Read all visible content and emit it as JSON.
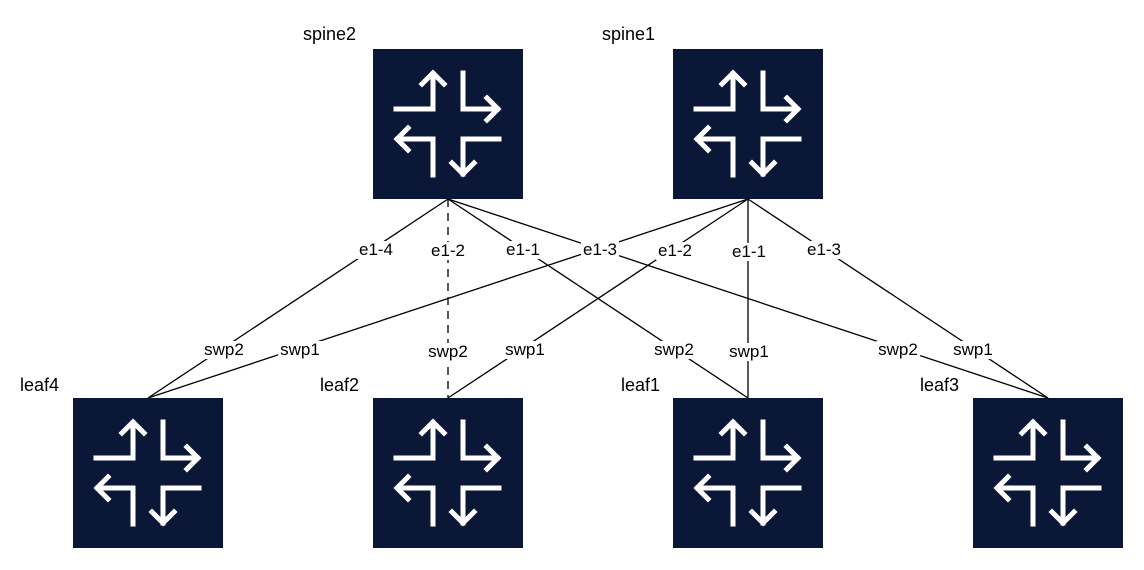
{
  "nodes": {
    "spine2": {
      "label": "spine2",
      "icon": "router-icon"
    },
    "spine1": {
      "label": "spine1",
      "icon": "router-icon"
    },
    "leaf4": {
      "label": "leaf4",
      "icon": "router-icon"
    },
    "leaf2": {
      "label": "leaf2",
      "icon": "router-icon"
    },
    "leaf1": {
      "label": "leaf1",
      "icon": "router-icon"
    },
    "leaf3": {
      "label": "leaf3",
      "icon": "router-icon"
    }
  },
  "links": [
    {
      "from": "spine2",
      "to": "leaf4",
      "from_port": "e1-4",
      "to_port": "swp2"
    },
    {
      "from": "spine2",
      "to": "leaf2",
      "from_port": "e1-2",
      "to_port": "swp2",
      "style": "dashed"
    },
    {
      "from": "spine2",
      "to": "leaf1",
      "from_port": "e1-1",
      "to_port": "swp2"
    },
    {
      "from": "spine2",
      "to": "leaf3",
      "from_port": "e1-3",
      "to_port": "swp2"
    },
    {
      "from": "spine1",
      "to": "leaf4",
      "from_port": "e1-3",
      "to_port": "swp1"
    },
    {
      "from": "spine1",
      "to": "leaf2",
      "from_port": "e1-2",
      "to_port": "swp1"
    },
    {
      "from": "spine1",
      "to": "leaf1",
      "from_port": "e1-1",
      "to_port": "swp1"
    },
    {
      "from": "spine1",
      "to": "leaf3",
      "from_port": "e1-3",
      "to_port": "swp1"
    }
  ],
  "colors": {
    "router_fill": "#0b1737",
    "icon_stroke": "#ffffff",
    "line": "#000000"
  }
}
